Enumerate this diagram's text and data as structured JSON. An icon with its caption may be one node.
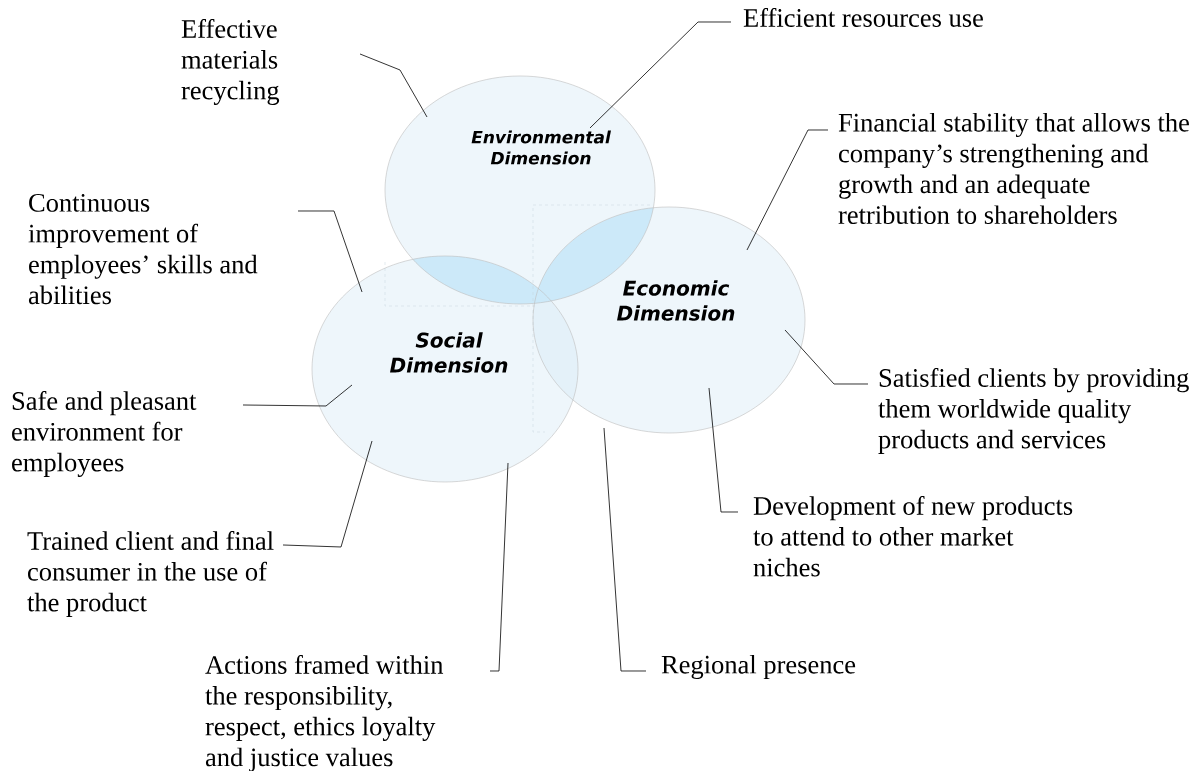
{
  "diagram": {
    "nodes": [
      {
        "text": [
          "Environmental Dimension"
        ]
      },
      {
        "text": [
          "Social Dimension"
        ]
      },
      {
        "text": [
          "Economic Dimension"
        ]
      },
      {
        "text": [
          "Effective materials recycling"
        ]
      },
      {
        "text": [
          "Efficient resources use"
        ]
      },
      {
        "text": [
          "Financial stability that allows the company’s strengthening and growth and an adequate retribution to shareholders"
        ]
      },
      {
        "text": [
          "Continuous improvement of employees’ skills and abilities"
        ]
      },
      {
        "text": [
          "Safe and pleasant environment for employees"
        ]
      },
      {
        "text": [
          "Satisfied clients by providing them worldwide quality products and services"
        ]
      },
      {
        "text": [
          "Development of new products to attend to other market niches"
        ]
      },
      {
        "text": [
          "Trained client and final consumer in the use of the product"
        ]
      },
      {
        "text": [
          "Actions framed within the responsibility, respect, ethics loyalty and justice values"
        ]
      },
      {
        "text": [
          "Regional presence"
        ]
      }
    ],
    "edges": [
      {
        "from": 3,
        "to": 0,
        "arrow": "none"
      },
      {
        "from": 4,
        "to": 0,
        "arrow": "none"
      },
      {
        "from": 5,
        "to": 2,
        "arrow": "none"
      },
      {
        "from": 6,
        "to": 1,
        "arrow": "none"
      },
      {
        "from": 7,
        "to": 1,
        "arrow": "none"
      },
      {
        "from": 8,
        "to": 2,
        "arrow": "none"
      },
      {
        "from": 9,
        "to": 2,
        "arrow": "none"
      },
      {
        "from": 10,
        "to": 1,
        "arrow": "none"
      },
      {
        "from": 11,
        "to": 1,
        "arrow": "none"
      },
      {
        "from": 12,
        "to": 2,
        "arrow": "none"
      }
    ]
  }
}
